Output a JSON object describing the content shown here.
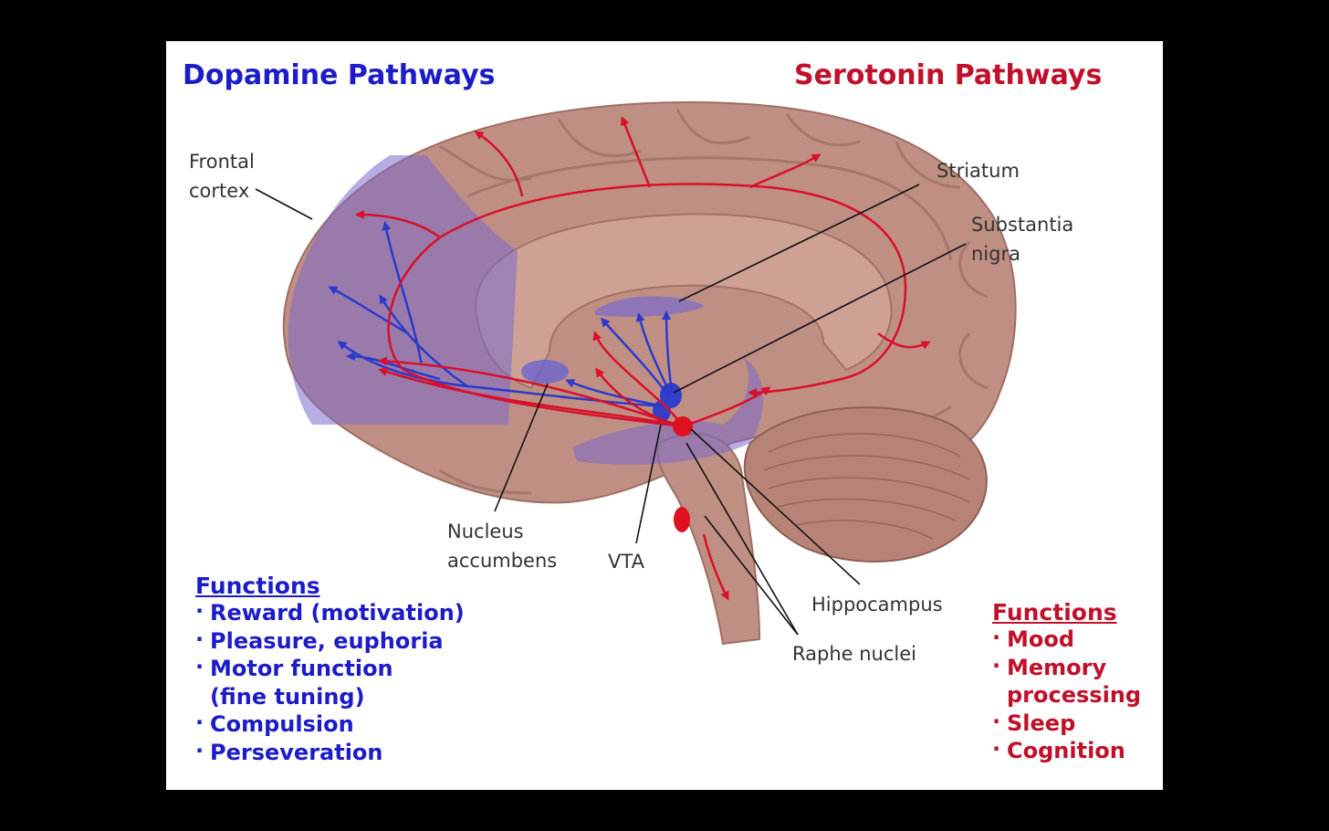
{
  "titles": {
    "dopamine": "Dopamine Pathways",
    "serotonin": "Serotonin Pathways"
  },
  "labels": {
    "frontal_cortex": [
      "Frontal",
      "cortex"
    ],
    "striatum": "Striatum",
    "substantia_nigra": [
      "Substantia",
      "nigra"
    ],
    "nucleus_accumbens": [
      "Nucleus",
      "accumbens"
    ],
    "vta": "VTA",
    "hippocampus": "Hippocampus",
    "raphe_nuclei": "Raphe nuclei"
  },
  "dopamine_functions": {
    "heading": "Functions",
    "items": [
      "Reward (motivation)",
      "Pleasure, euphoria",
      "Motor function",
      "(fine tuning)",
      "Compulsion",
      "Perseveration"
    ]
  },
  "serotonin_functions": {
    "heading": "Functions",
    "items": [
      "Mood",
      "Memory",
      "processing",
      "Sleep",
      "Cognition"
    ]
  },
  "colors": {
    "dopamine": "#1c1cc8",
    "serotonin": "#c0102a",
    "brain": "#c08f83",
    "background": "#000000"
  }
}
